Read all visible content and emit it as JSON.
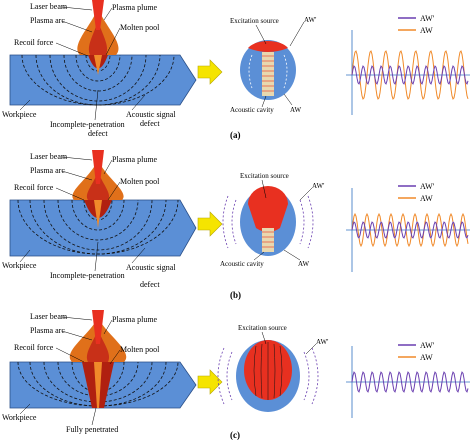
{
  "panels": [
    {
      "caption": "(a)",
      "labels": {
        "laser_beam": "Laser beam",
        "plasma_arc": "Plasma arc",
        "plasma_plume": "Plasma plume",
        "molten_pool": "Molten pool",
        "recoil_force": "Recoil force",
        "workpiece": "Workpiece",
        "defect_line1": "Incomplete-penetration",
        "defect_line2": "defect",
        "acoustic_line1": "Acoustic signal",
        "excitation_source": "Excitation source",
        "aw_prime": "AW'",
        "aw": "AW",
        "acoustic_cavity": "Acoustic cavity"
      },
      "legend": [
        "AW'",
        "AW"
      ]
    },
    {
      "caption": "(b)",
      "labels": {
        "laser_beam": "Laser beam",
        "plasma_arc": "Plasma arc",
        "plasma_plume": "Plasma plume",
        "molten_pool": "Molten pool",
        "recoil_force": "Recoil force",
        "workpiece": "Workpiece",
        "defect_line1": "Incomplete-penetration",
        "defect_line2": "defect",
        "acoustic_line1": "Acoustic signal",
        "excitation_source": "Excitation source",
        "aw_prime": "AW'",
        "aw": "AW",
        "acoustic_cavity": "Acoustic cavity"
      },
      "legend": [
        "AW'",
        "AW"
      ]
    },
    {
      "caption": "(c)",
      "labels": {
        "laser_beam": "Laser beam",
        "plasma_arc": "Plasma arc",
        "plasma_plume": "Plasma plume",
        "molten_pool": "Molten pool",
        "recoil_force": "Recoil force",
        "workpiece": "Workpiece",
        "fully_penetrated": "Fully penetrated",
        "excitation_source": "Excitation source",
        "aw_prime": "AW'"
      },
      "legend": [
        "AW'",
        "AW"
      ]
    }
  ],
  "colors": {
    "workpiece": "#5b8fd6",
    "laser": "#e83020",
    "plume": "#e0701a",
    "pool": "#b02010",
    "arrow": "#f5e400",
    "aw_prime": "#6a3fb0",
    "aw": "#f08a2a",
    "cavity": "#e8d8b0"
  }
}
